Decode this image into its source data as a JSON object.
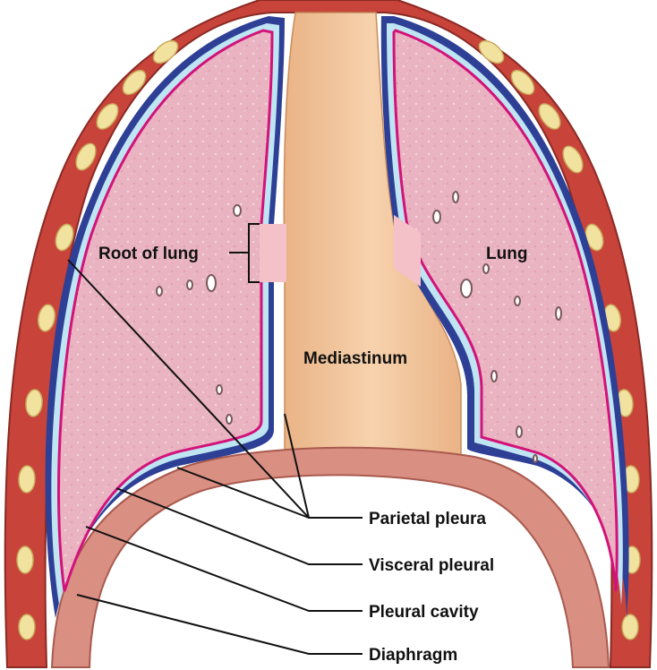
{
  "labels": {
    "root_of_lung": "Root of lung",
    "lung": "Lung",
    "mediastinum": "Mediastinum",
    "parietal_pleura": "Parietal pleura",
    "visceral_pleural": "Visceral pleural",
    "pleural_cavity": "Pleural cavity",
    "diaphragm": "Diaphragm"
  },
  "colors": {
    "rib_muscle": "#c8433a",
    "rib_bone": "#f2e2a0",
    "parietal_pleura": "#2e3f96",
    "pleural_cavity": "#bfe4f2",
    "visceral_pleura": "#d3127a",
    "lung_tissue": "#e9b3c1",
    "mediastinum": "#f2c79b",
    "diaphragm": "#d98f82"
  }
}
